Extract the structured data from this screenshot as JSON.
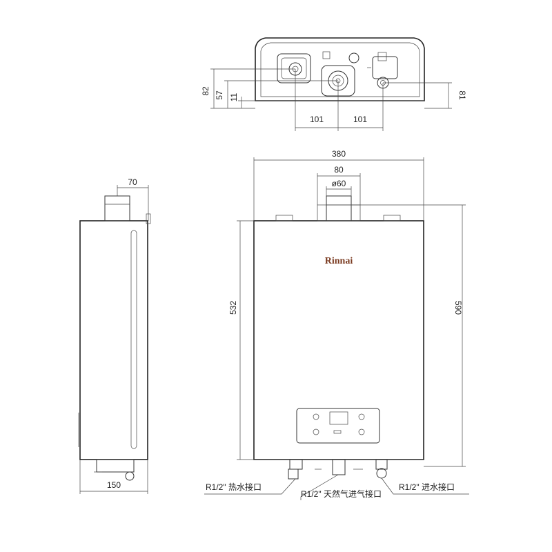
{
  "brand": "Rinnai",
  "dimensions": {
    "bottom_82": "82",
    "bottom_57": "57",
    "bottom_11": "11",
    "bottom_81": "81",
    "bottom_101_left": "101",
    "bottom_101_right": "101",
    "front_width": "380",
    "flue_spacing": "80",
    "flue_diameter": "ø60",
    "front_height_body": "532",
    "front_height_total": "590",
    "side_flue_offset": "70",
    "side_depth": "150"
  },
  "labels": {
    "hot_water": "R1/2\" 热水接口",
    "gas_inlet": "R1/2\" 天然气进气接口",
    "cold_water": "R1/2\" 进水接口"
  }
}
